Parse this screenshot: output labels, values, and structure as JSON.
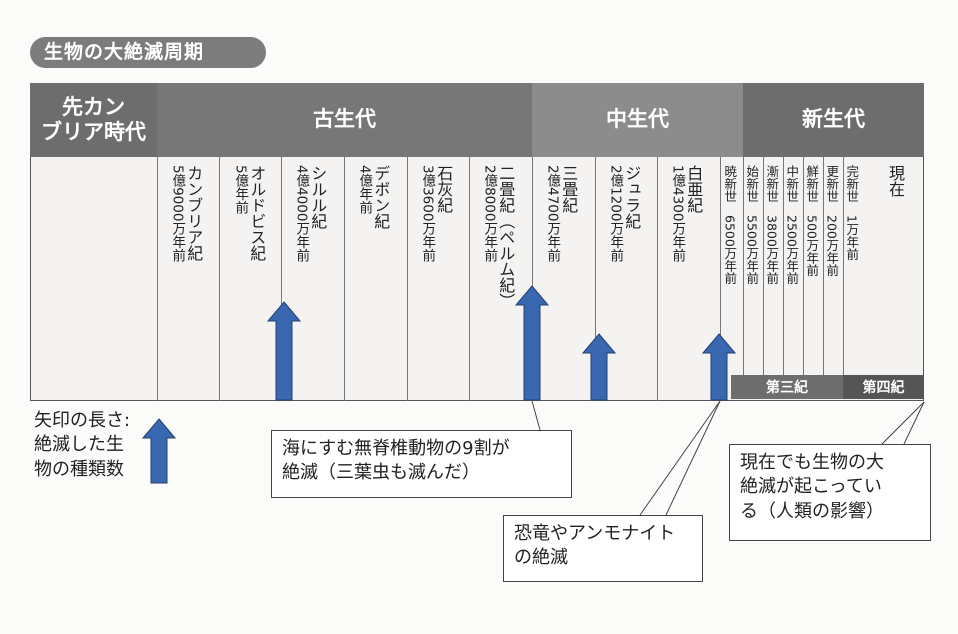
{
  "title": "生物の大絶滅周期",
  "eras": [
    {
      "id": "precambrian",
      "label": "先カン\nブリア時代",
      "color": "#6d6d6d"
    },
    {
      "id": "paleozoic",
      "label": "古生代",
      "color": "#777777"
    },
    {
      "id": "mesozoic",
      "label": "中生代",
      "color": "#8c8c8c"
    },
    {
      "id": "cenozoic",
      "label": "新生代",
      "color": "#6d6d6d"
    }
  ],
  "periods": [
    {
      "name": "カンブリア紀",
      "age": "5億9000万年前"
    },
    {
      "name": "オルドビス紀",
      "age": "5億年前"
    },
    {
      "name": "シルル紀",
      "age": "4億4000万年前"
    },
    {
      "name": "デボン紀",
      "age": "4億年前"
    },
    {
      "name": "石灰紀",
      "age": "3億3600万年前"
    },
    {
      "name": "二畳紀（ペルム紀）",
      "age": "2億8000万年前"
    },
    {
      "name": "三畳紀",
      "age": "2億4700万年前"
    },
    {
      "name": "ジュラ紀",
      "age": "2億1200万年前"
    },
    {
      "name": "白亜紀",
      "age": "1億4300万年前"
    },
    {
      "name": "暁新世",
      "age": "6500万年前"
    },
    {
      "name": "始新世",
      "age": "5500万年前"
    },
    {
      "name": "漸新世",
      "age": "3800万年前"
    },
    {
      "name": "中新世",
      "age": "2500万年前"
    },
    {
      "name": "鮮新世",
      "age": "500万年前"
    },
    {
      "name": "更新世",
      "age": "200万年前"
    },
    {
      "name": "完新世",
      "age": "1万年前"
    },
    {
      "name": "現在",
      "age": ""
    }
  ],
  "bands": {
    "tertiary": "第三紀",
    "quaternary": "第四紀"
  },
  "legend": "矢印の長さ:\n絶滅した生\n物の種類数",
  "notes": {
    "permian": "海にすむ無脊椎動物の9割が\n絶滅（三葉虫も滅んだ）",
    "cretaceous": "恐竜やアンモナイト\nの絶滅",
    "present": "現在でも生物の大\n絶滅が起こってい\nる（人類の影響）"
  },
  "arrow_color": "#3a68b0",
  "extinction_arrows": [
    {
      "period": "オルドビス紀",
      "relative_length": 0.46
    },
    {
      "period": "二畳紀（ペルム紀）",
      "relative_length": 0.55
    },
    {
      "period": "三畳紀",
      "relative_length": 0.32
    },
    {
      "period": "白亜紀",
      "relative_length": 0.32
    }
  ]
}
